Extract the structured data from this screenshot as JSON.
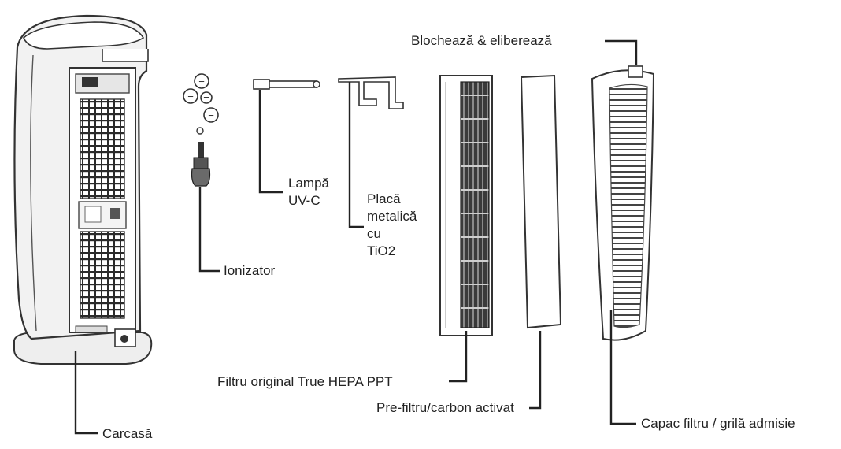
{
  "labels": {
    "lock_release": "Blochează & eliberează",
    "uvc_lamp": [
      "Lampă",
      "UV-C"
    ],
    "metal_plate": [
      "Placă",
      "metalică",
      "cu",
      "TiO2"
    ],
    "ionizer": "Ionizator",
    "hepa_filter": "Filtru original True HEPA PPT",
    "prefilter_carbon": "Pre-filtru/carbon activat",
    "filter_cover": "Capac filtru / grilă admisie",
    "housing": "Carcasă"
  },
  "ion_symbol": "−",
  "colors": {
    "line": "#222222",
    "outline": "#333333",
    "filter_dark": "#2a2a2a",
    "body_fill": "#f2f2f2"
  }
}
